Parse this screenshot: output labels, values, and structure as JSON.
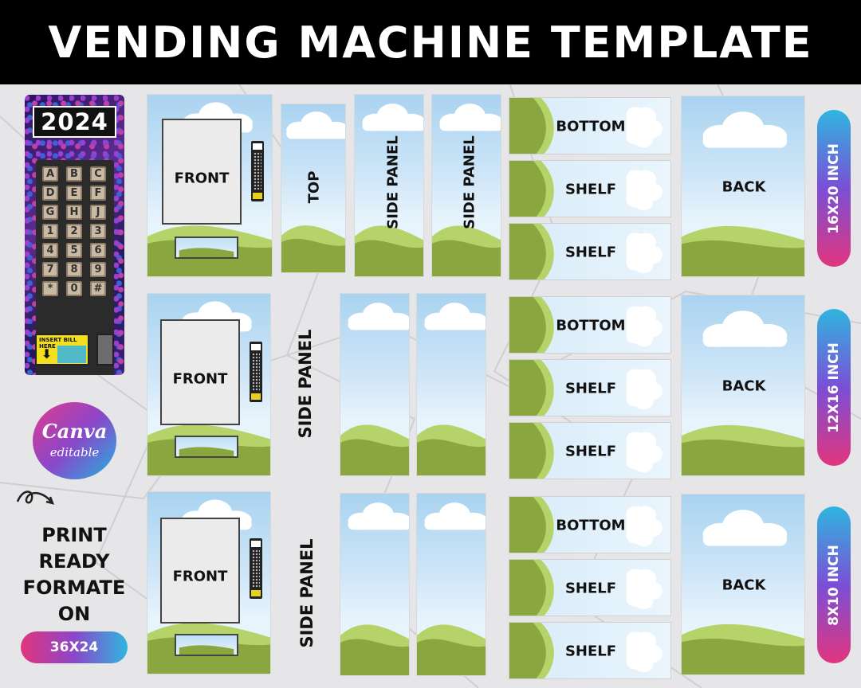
{
  "header": {
    "title": "VENDING MACHINE TEMPLATE"
  },
  "machine": {
    "year": "2024",
    "keys": [
      "A",
      "B",
      "C",
      "D",
      "E",
      "F",
      "G",
      "H",
      "J",
      "1",
      "2",
      "3",
      "4",
      "5",
      "6",
      "7",
      "8",
      "9",
      "*",
      "0",
      "#"
    ],
    "bill_text": "INSERT BILL HERE"
  },
  "badge": {
    "brand": "Canva",
    "sub": "editable"
  },
  "print_info": {
    "lines": [
      "PRINT",
      "READY",
      "FORMATE",
      "ON"
    ],
    "size": "36X24"
  },
  "rows": [
    {
      "size": "16X20 INCH",
      "front": "FRONT",
      "top": "TOP",
      "side_a": "SIDE PANEL",
      "side_b": "SIDE PANEL",
      "bottom": "BOTTOM",
      "shelf_a": "SHELF",
      "shelf_b": "SHELF",
      "back": "BACK"
    },
    {
      "size": "12X16 INCH",
      "front": "FRONT",
      "side": "SIDE PANEL",
      "bottom": "BOTTOM",
      "shelf_a": "SHELF",
      "shelf_b": "SHELF",
      "back": "BACK"
    },
    {
      "size": "8X10 INCH",
      "front": "FRONT",
      "side": "SIDE PANEL",
      "bottom": "BOTTOM",
      "shelf_a": "SHELF",
      "shelf_b": "SHELF",
      "back": "BACK"
    }
  ],
  "colors": {
    "grass": "#8aa63f",
    "grass_light": "#b6d36a",
    "sky": "#a9d3f0",
    "header": "#000000"
  }
}
